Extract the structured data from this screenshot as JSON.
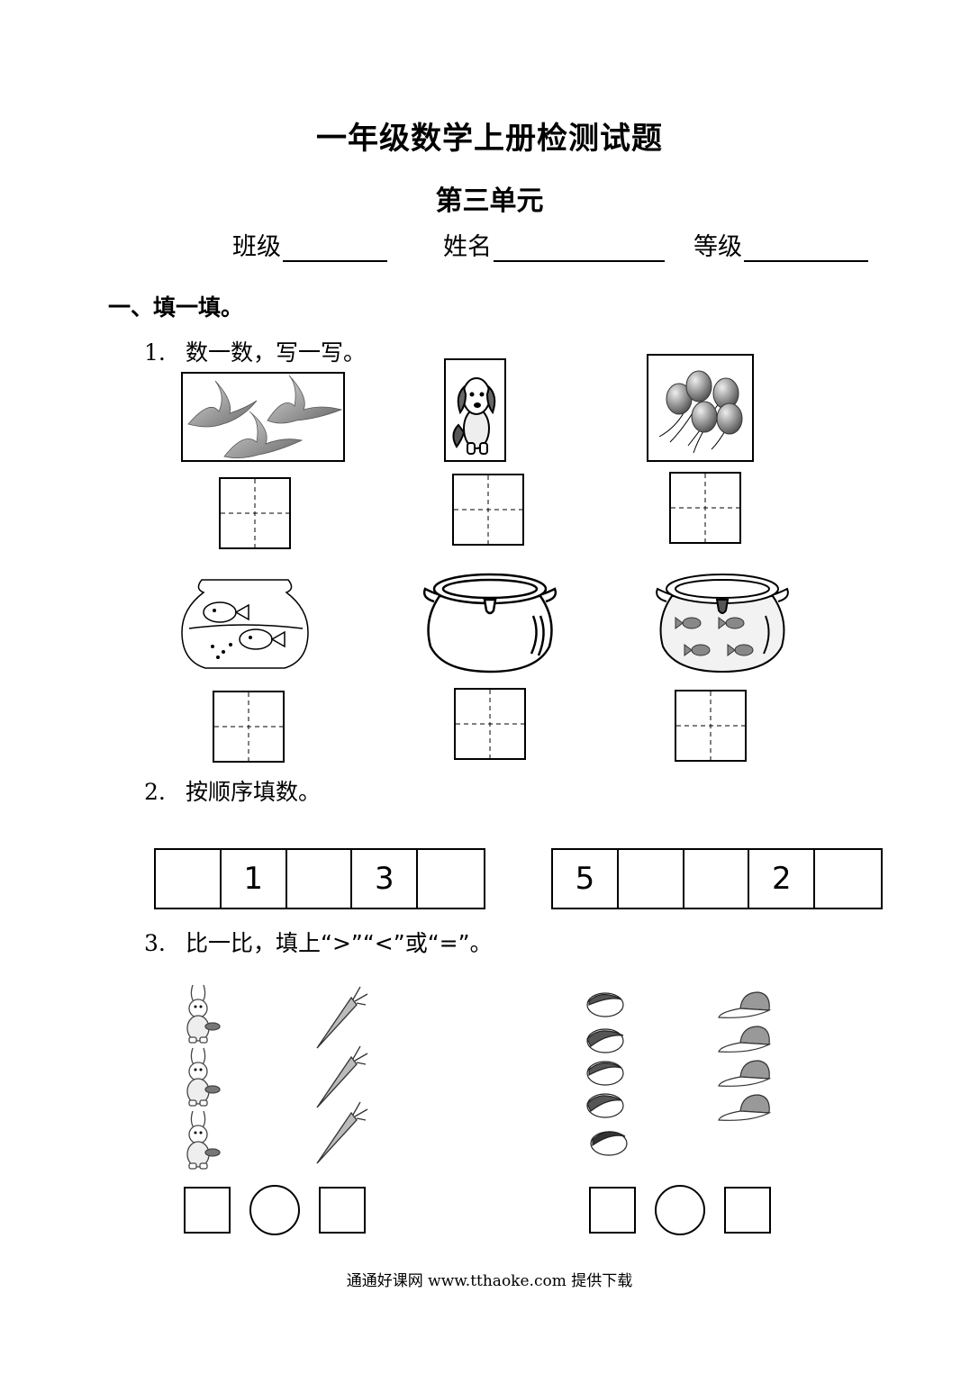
{
  "title": "一年级数学上册检测试题",
  "subtitle": "第三单元",
  "info": {
    "class_label": "班级",
    "name_label": "姓名",
    "grade_label": "等级"
  },
  "section1": {
    "label": "一、填一填。"
  },
  "q1": {
    "number": "1.",
    "text": "数一数，写一写。"
  },
  "q2": {
    "number": "2.",
    "text": "按顺序填数。",
    "row_a": [
      "",
      "1",
      "",
      "3",
      ""
    ],
    "row_b": [
      "5",
      "",
      "",
      "2",
      ""
    ]
  },
  "q3": {
    "number": "3.",
    "text": "比一比，填上“>”“<”或“=”。"
  },
  "footer": "通通好课网  www.tthaoke.com  提供下载"
}
